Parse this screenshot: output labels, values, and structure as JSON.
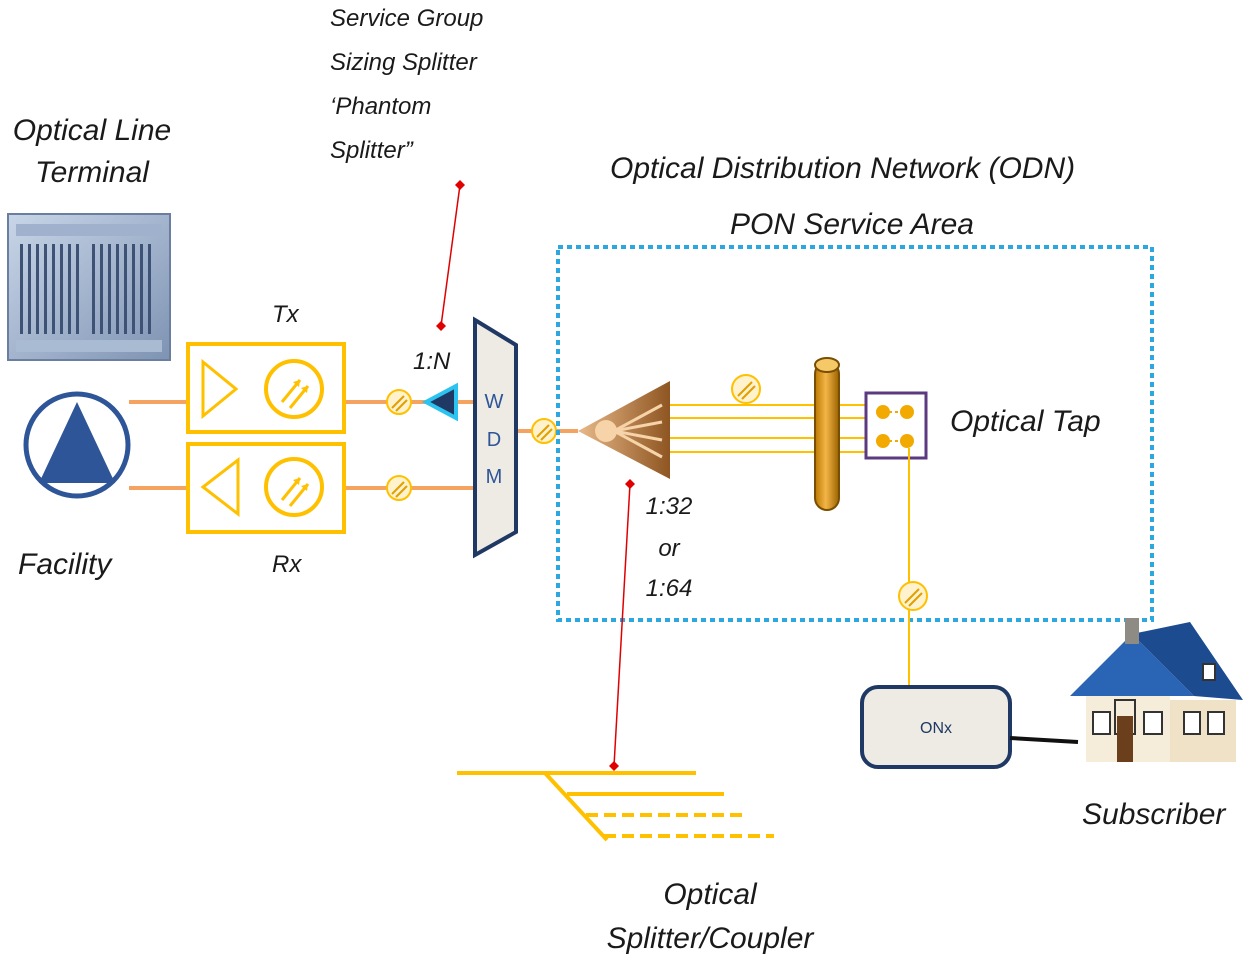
{
  "labels": {
    "service_group": [
      "Service Group",
      "Sizing Splitter",
      "‘Phantom",
      "Splitter”"
    ],
    "olt": [
      "Optical Line",
      "Terminal"
    ],
    "odn": "Optical Distribution Network (ODN)",
    "service_area": "PON Service Area",
    "tx": "Tx",
    "rx": "Rx",
    "facility": "Facility",
    "one_n": "1:N",
    "wdm": [
      "W",
      "D",
      "M"
    ],
    "split_ratio": [
      "1:32",
      "or",
      "1:64"
    ],
    "optical_tap": "Optical Tap",
    "onx": "ONx",
    "subscriber": "Subscriber",
    "coupler": [
      "Optical",
      "Splitter/Coupler"
    ]
  },
  "colors": {
    "fiber_orange": "#F4A460",
    "gold": "#FFC000",
    "navy": "#1F3864",
    "facility_blue": "#2E5597",
    "dashed_border": "#2DA7E0",
    "pointer_red": "#E00000",
    "tap_border": "#5B3A80",
    "house_roof": "#2A64B5"
  }
}
